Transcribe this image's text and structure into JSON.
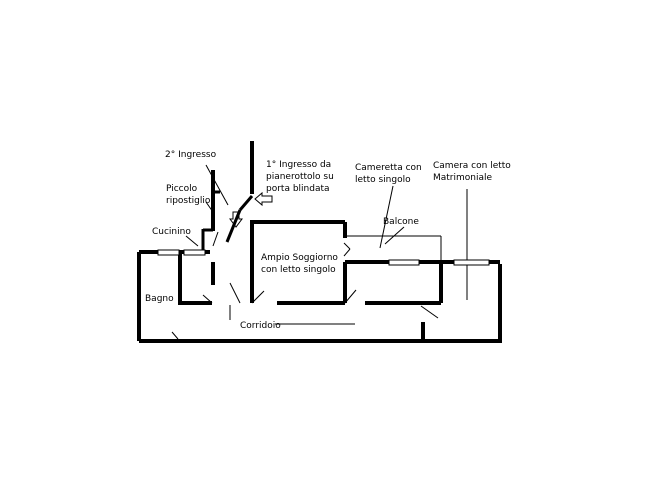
{
  "labels": {
    "ingresso2": "2° Ingresso",
    "ingresso1": "1° Ingresso da\npianerottolo su\nporta blindata",
    "ripostiglio": "Piccolo\nripostiglio",
    "cameretta": "Cameretta con\nletto singolo",
    "camera": "Camera con letto\nMatrimoniale",
    "cucinino": "Cucinino",
    "balcone": "Balcone",
    "soggiorno": "Ampio Soggiorno\ncon letto singolo",
    "bagno": "Bagno",
    "corridoio": "Corridoio"
  },
  "colors": {
    "line": "#000000",
    "background": "#ffffff"
  },
  "icons": {
    "entrance_arrow": "arrow-left-icon",
    "entrance_arrow_down": "arrow-down-icon"
  }
}
